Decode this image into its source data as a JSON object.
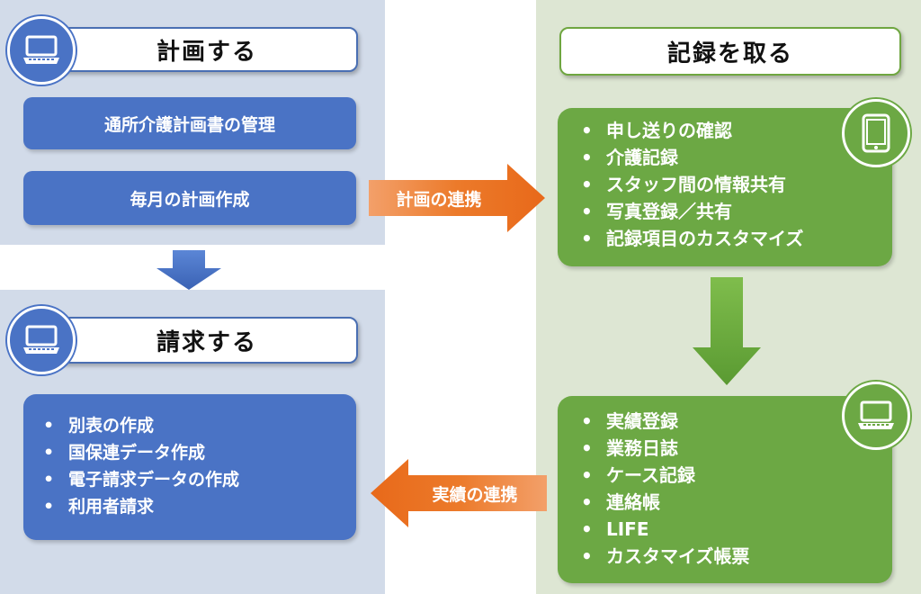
{
  "plan": {
    "title": "計画する",
    "items": [
      "通所介護計画書の管理",
      "毎月の計画作成"
    ]
  },
  "billing": {
    "title": "請求する",
    "items": [
      "別表の作成",
      "国保連データ作成",
      "電子請求データの作成",
      "利用者請求"
    ]
  },
  "record": {
    "title": "記録を取る",
    "items": [
      "申し送りの確認",
      "介護記録",
      "スタッフ間の情報共有",
      "写真登録／共有",
      "記録項目のカスタマイズ"
    ]
  },
  "results": {
    "items": [
      "実績登録",
      "業務日誌",
      "ケース記録",
      "連絡帳",
      "LIFE",
      "カスタマイズ帳票"
    ]
  },
  "arrows": {
    "plan_link": "計画の連携",
    "results_link": "実績の連携"
  },
  "colors": {
    "blue_panel": "#d2dbe9",
    "green_panel": "#dde6d3",
    "blue_box": "#4a73c5",
    "green_box": "#6ca844",
    "orange_arrow": "#ec7a2a"
  },
  "icons": {
    "plan": "laptop-icon",
    "billing": "laptop-icon",
    "record": "tablet-icon",
    "results": "laptop-icon"
  }
}
